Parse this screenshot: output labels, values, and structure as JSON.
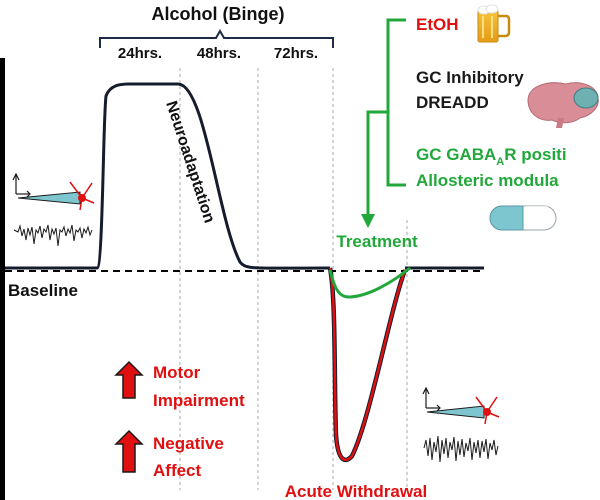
{
  "header": {
    "title": "Alcohol (Binge)"
  },
  "time_labels": [
    "24hrs.",
    "48hrs.",
    "72hrs."
  ],
  "curve_labels": {
    "neuroadaptation": "Neuroadaptation",
    "baseline": "Baseline",
    "acute_withdrawal": "Acute Withdrawal"
  },
  "treatment": {
    "label": "Treatment",
    "options": [
      {
        "text": "EtOH",
        "color": "#e01010",
        "icon": "beer-mug-icon"
      },
      {
        "text_line1": "GC Inhibitory",
        "text_line2": "DREADD",
        "color": "#1a1a1a",
        "icon": "brain-icon"
      },
      {
        "text_line1_pre": "GC GABA",
        "text_line1_sub": "A",
        "text_line1_post": "R positi",
        "text_line2": "Allosteric modula",
        "color": "#22a83a",
        "icon": "capsule-icon"
      }
    ]
  },
  "outcomes": [
    {
      "line1": "Motor",
      "line2": "Impairment",
      "icon": "up-arrow-icon",
      "color": "#e01010"
    },
    {
      "line1": "Negative",
      "line2": "Affect",
      "icon": "up-arrow-icon",
      "color": "#e01010"
    }
  ],
  "colors": {
    "curve": "#141c2e",
    "withdrawal": "#e01010",
    "treatment": "#22a83a",
    "guides": "#bdbdbd",
    "bracket": "#1e2c48"
  }
}
